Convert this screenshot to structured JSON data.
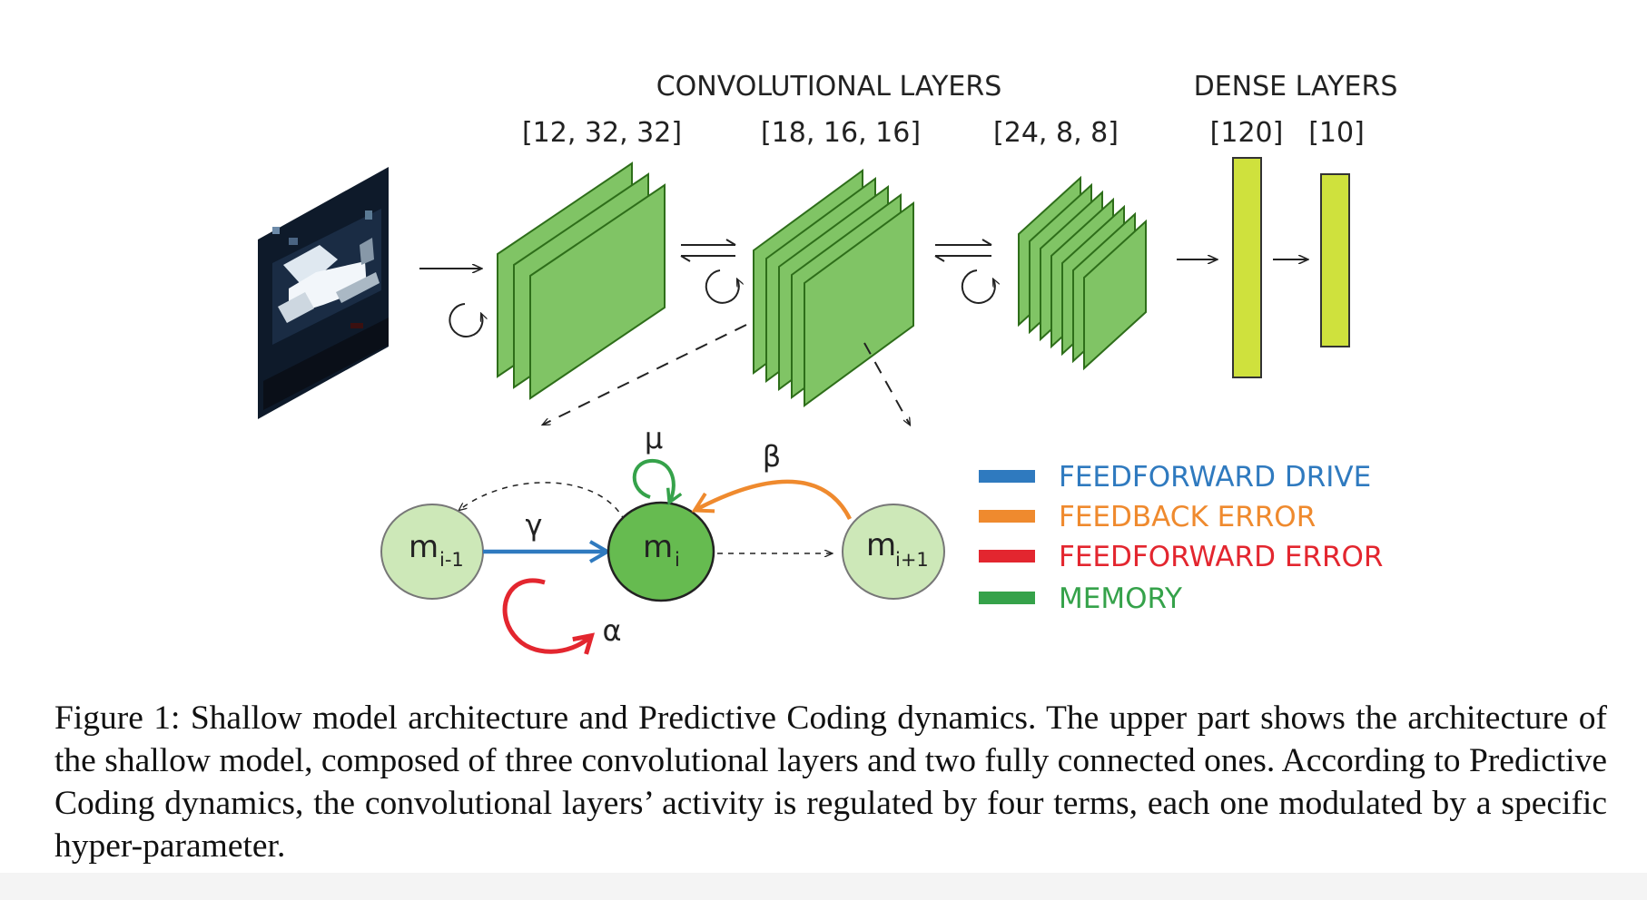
{
  "headers": {
    "conv": "CONVOLUTIONAL LAYERS",
    "dense": "DENSE LAYERS"
  },
  "layers": {
    "conv1_shape": "[12, 32, 32]",
    "conv2_shape": "[18, 16, 16]",
    "conv3_shape": "[24, 8, 8]",
    "dense1_shape": "[120]",
    "dense2_shape": "[10]"
  },
  "nodes": {
    "prev": {
      "m": "m",
      "sub": "i-1"
    },
    "cur": {
      "m": "m",
      "sub": "i"
    },
    "next": {
      "m": "m",
      "sub": "i+1"
    }
  },
  "params": {
    "gamma": "γ",
    "beta": "β",
    "mu": "μ",
    "alpha": "α"
  },
  "legend": [
    {
      "label": "FEEDFORWARD DRIVE",
      "color": "#2f7abf"
    },
    {
      "label": "FEEDBACK ERROR",
      "color": "#ef8a2e"
    },
    {
      "label": "FEEDFORWARD ERROR",
      "color": "#e3262f"
    },
    {
      "label": "MEMORY",
      "color": "#35a24a"
    }
  ],
  "colors": {
    "layer_green": "#80c465",
    "layer_stroke": "#2e6e1a",
    "dense_yellow": "#cfe13d",
    "node_light": "#cde8b8",
    "node_dark": "#66bb50"
  },
  "caption": "Figure 1: Shallow model architecture and Predictive Coding dynamics. The upper part shows the architecture of the shallow model, composed of three convolutional layers and two fully connected ones. According to Predictive Coding dynamics, the convolutional layers’ activity is regulated by four terms, each one modulated by a specific hyper-parameter."
}
